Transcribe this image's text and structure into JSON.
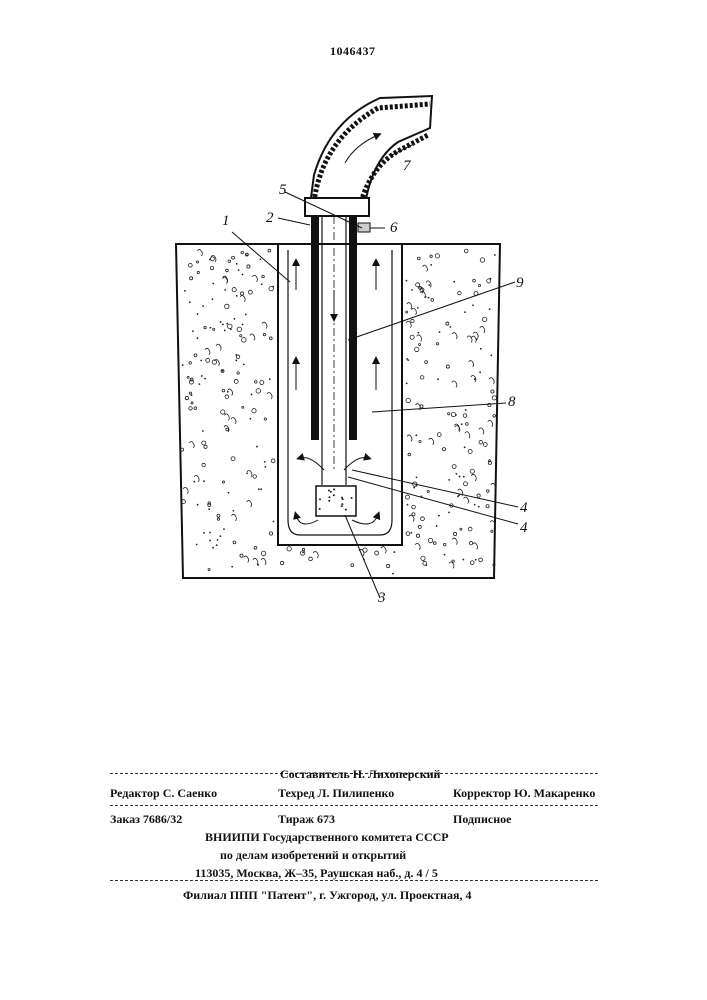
{
  "header": {
    "patent_number": "1046437"
  },
  "figure": {
    "labels": {
      "l1": "1",
      "l2": "2",
      "l3": "3",
      "l4a": "4",
      "l4b": "4",
      "l5": "5",
      "l6": "6",
      "l7": "7",
      "l8": "8",
      "l9": "9"
    }
  },
  "imprint": {
    "editor": "Редактор С. Саенко",
    "compiler": "Составитель Н. Лихоперский",
    "techred": "Техред Л. Пилипенко",
    "corrector": "Корректор  Ю. Макаренко",
    "order": "Заказ 7686/32",
    "circulation": "Тираж 673",
    "subscription": "Подписное",
    "org_line1": "ВНИИПИ Государственного комитета СССР",
    "org_line2": "по делам изобретений и открытий",
    "org_address": "113035, Москва, Ж–35, Раушская наб., д. 4 / 5",
    "branch": "Филиал ППП \"Патент\", г. Ужгород, ул. Проектная, 4"
  }
}
